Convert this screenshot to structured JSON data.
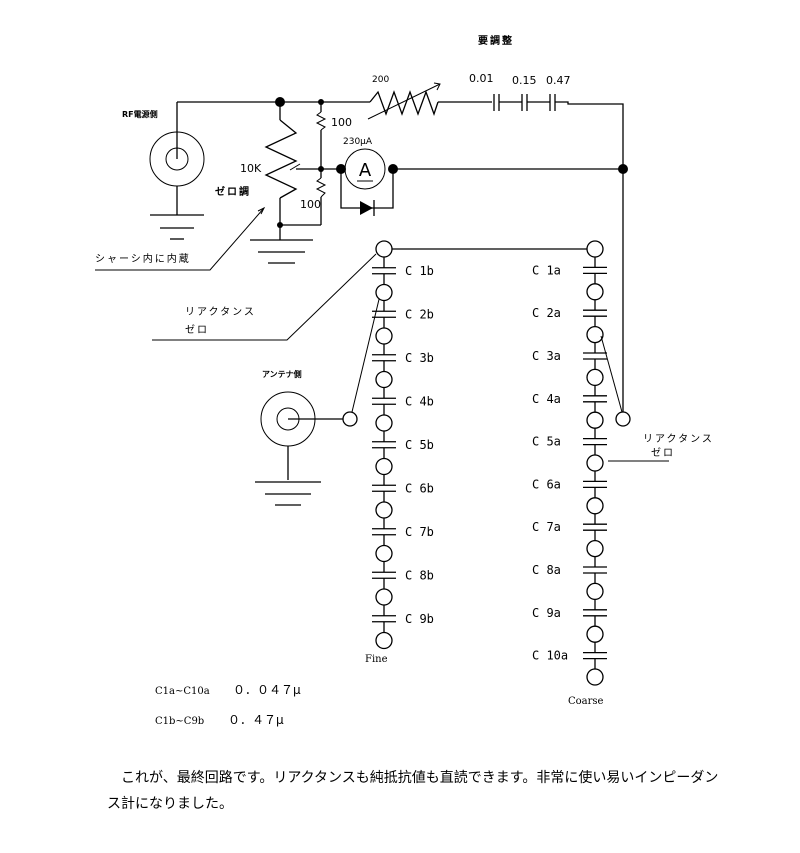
{
  "diagram": {
    "title": "要調整",
    "rf_source_label": "RF電源側",
    "antenna_label": "アンテナ側",
    "variable_resistor_value": "200",
    "series_capacitors": [
      "0.01",
      "0.15",
      "0.47"
    ],
    "resistor_top_value": "100",
    "resistor_bottom_value": "100",
    "potentiometer_value": "10K",
    "potentiometer_label": "ゼロ調",
    "ammeter_rating": "230μA",
    "ammeter_symbol": "A",
    "chassis_note": "シャーシ内に内蔵",
    "reactance_zero_left": [
      "リアクタンス",
      "ゼロ"
    ],
    "reactance_zero_right": [
      "リアクタンス",
      "ゼロ"
    ],
    "fine_bank": {
      "label": "Fine",
      "capacitors": [
        "C 1b",
        "C 2b",
        "C 3b",
        "C 4b",
        "C 5b",
        "C 6b",
        "C 7b",
        "C 8b",
        "C 9b"
      ]
    },
    "coarse_bank": {
      "label": "Coarse",
      "capacitors": [
        "C 1a",
        "C 2a",
        "C 3a",
        "C 4a",
        "C 5a",
        "C 6a",
        "C 7a",
        "C 8a",
        "C 9a",
        "C 10a"
      ]
    },
    "legend": [
      {
        "range": "C1a~C10a",
        "value": "０．０４７μ"
      },
      {
        "range": "C1b~C9b",
        "value": "０．４７μ"
      }
    ]
  },
  "caption": "これが、最終回路です。リアクタンスも純抵抗値も直読できます。非常に使い易いインピーダンス計になりました。"
}
